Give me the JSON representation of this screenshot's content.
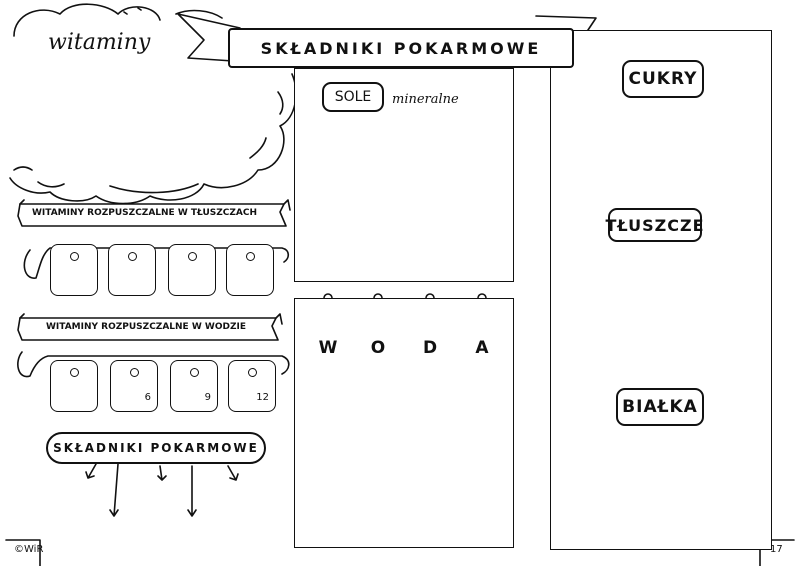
{
  "header": {
    "title": "SKŁADNIKI POKARMOWE"
  },
  "vitamins": {
    "title": "witaminy",
    "fat_soluble_label": "WITAMINY ROZPUSZCZALNE W TŁUSZCZACH",
    "water_soluble_label": "WITAMINY ROZPUSZCZALNE W WODZIE",
    "water_cards": [
      "",
      "6",
      "9",
      "12"
    ]
  },
  "minerals": {
    "tag": "SOLE",
    "suffix": "mineralne"
  },
  "water": {
    "letters": [
      "W",
      "O",
      "D",
      "A"
    ]
  },
  "nutrients_bubble": {
    "label": "SKŁADNIKI POKARMOWE"
  },
  "right_panel": {
    "sugars": "CUKRY",
    "fats": "TŁUSZCZE",
    "proteins": "BIAŁKA"
  },
  "footer": {
    "copyright": "©WiR",
    "page_number": "17"
  }
}
